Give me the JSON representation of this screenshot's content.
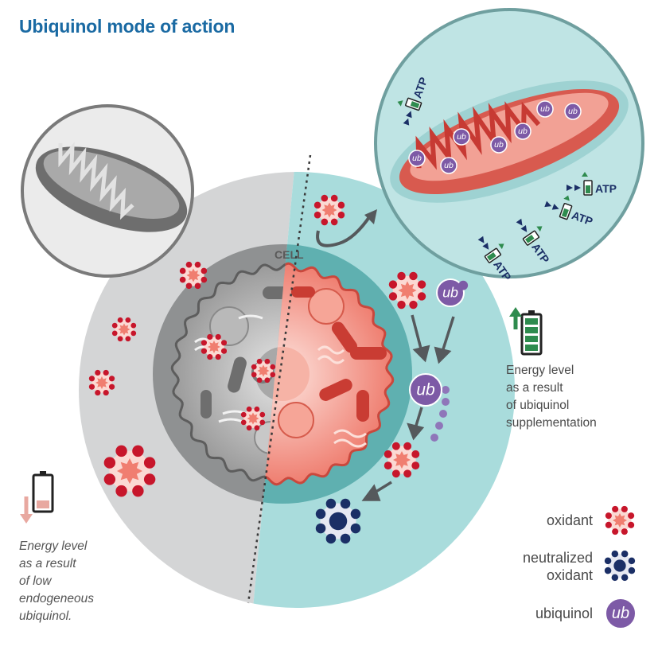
{
  "title": "Ubiquinol mode of action",
  "cell_label": "CELL",
  "atp_label": "ATP",
  "ub_label": "ub",
  "left_caption": [
    "Energy level",
    "as a result",
    "of low",
    "endogeneous",
    "ubiquinol."
  ],
  "right_caption": [
    "Energy level",
    "as a result",
    "of ubiquinol",
    "supplementation"
  ],
  "legend": {
    "oxidant": "oxidant",
    "neutralized_line1": "neutralized",
    "neutralized_line2": "oxidant",
    "ubiquinol": "ubiquinol"
  },
  "colors": {
    "title": "#1a6aa3",
    "grey_bg": "#d4d5d6",
    "teal_bg": "#a9dcdc",
    "oxidant_red": "#c7162b",
    "oxidant_fill": "#f07e70",
    "neutral_navy": "#1b2f66",
    "ubiquinol_purple": "#7d5aa6",
    "battery_green": "#2e8b4e",
    "battery_pink": "#e8a8a0"
  }
}
